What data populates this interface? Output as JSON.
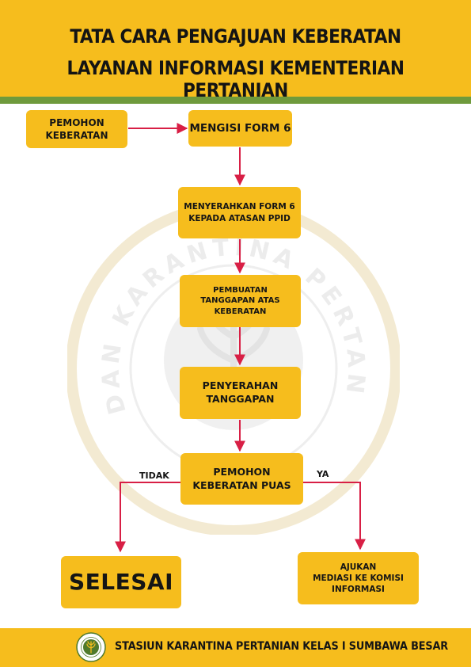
{
  "header": {
    "title_line1": "TATA CARA PENGAJUAN KEBERATAN",
    "title_line2": "LAYANAN INFORMASI KEMENTERIAN PERTANIAN"
  },
  "watermark": {
    "text": "BADAN KARANTINA PERTANIAN"
  },
  "flow": {
    "pemohon": [
      "PEMOHON",
      "KEBERATAN"
    ],
    "mengisi": [
      "MENGISI FORM 6"
    ],
    "menyerahkan": [
      "MENYERAHKAN FORM 6",
      "KEPADA ATASAN PPID"
    ],
    "pembuatan": [
      "PEMBUATAN",
      "TANGGAPAN ATAS",
      "KEBERATAN"
    ],
    "penyerahan": [
      "PENYERAHAN",
      "TANGGAPAN"
    ],
    "puas": [
      "PEMOHON",
      "KEBERATAN PUAS"
    ],
    "selesai": [
      "SELESAI"
    ],
    "ajukan": [
      "AJUKAN",
      "MEDIASI KE KOMISI",
      "INFORMASI"
    ],
    "label_tidak": "TIDAK",
    "label_ya": "YA"
  },
  "footer": {
    "text": "STASIUN KARANTINA PERTANIAN KELAS I SUMBAWA BESAR"
  },
  "colors": {
    "yellow": "#f6bd1d",
    "green": "#6f9a3c",
    "arrow": "#d81f45"
  }
}
